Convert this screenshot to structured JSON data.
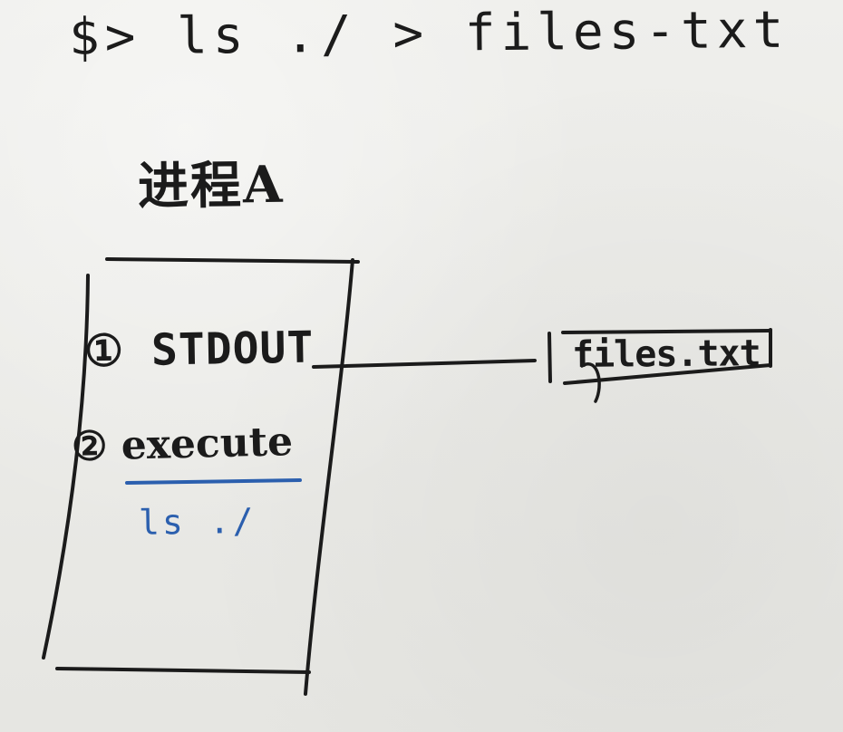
{
  "diagram": {
    "command": "$> ls ./ > files-txt",
    "process_title": "进程A",
    "step_one": "① STDOUT",
    "step_two": "② execute",
    "command_note": "ls ./",
    "file_label": "files.txt"
  },
  "colors": {
    "ink": "#1b1b1b",
    "blue_ink": "#2b5fae",
    "paper": "#e9e9e6"
  }
}
